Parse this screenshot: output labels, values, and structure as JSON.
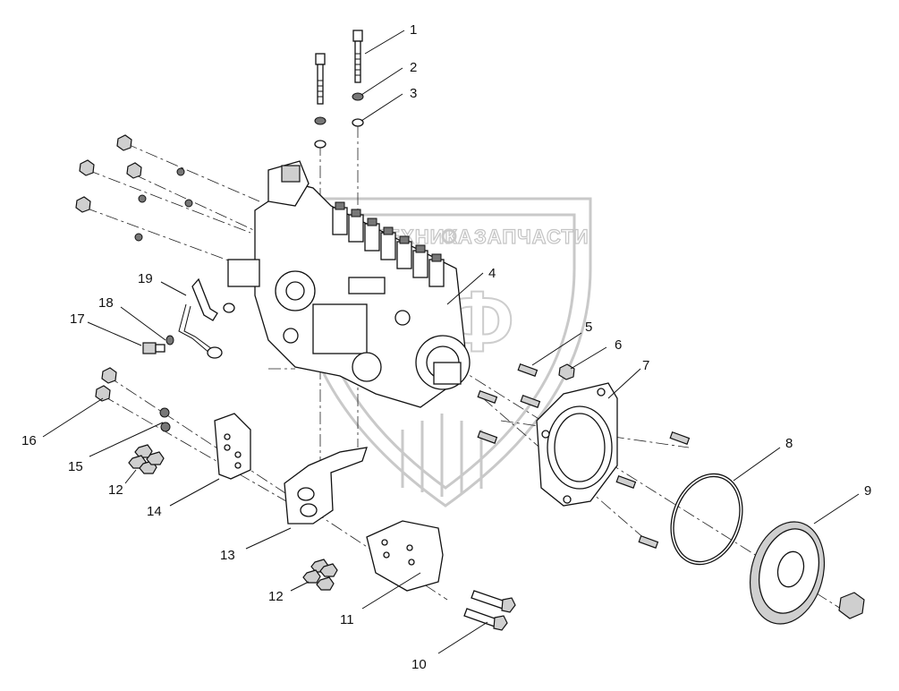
{
  "diagram": {
    "type": "exploded-parts-view",
    "callouts": [
      {
        "label": "1"
      },
      {
        "label": "2"
      },
      {
        "label": "3"
      },
      {
        "label": "4"
      },
      {
        "label": "5"
      },
      {
        "label": "6"
      },
      {
        "label": "7"
      },
      {
        "label": "8"
      },
      {
        "label": "9"
      },
      {
        "label": "10"
      },
      {
        "label": "11"
      },
      {
        "label": "12"
      },
      {
        "label": "13"
      },
      {
        "label": "14"
      },
      {
        "label": "15"
      },
      {
        "label": "16"
      },
      {
        "label": "17"
      },
      {
        "label": "18"
      },
      {
        "label": "19"
      },
      {
        "label": "12"
      }
    ]
  },
  "watermark": {
    "text_left": "ТЕХНИКА",
    "text_right": "ЗАПЧАСТИ",
    "monogram": "ДФ"
  },
  "colors": {
    "line": "#111111",
    "watermark": "#c4c4c4",
    "background": "#ffffff"
  }
}
